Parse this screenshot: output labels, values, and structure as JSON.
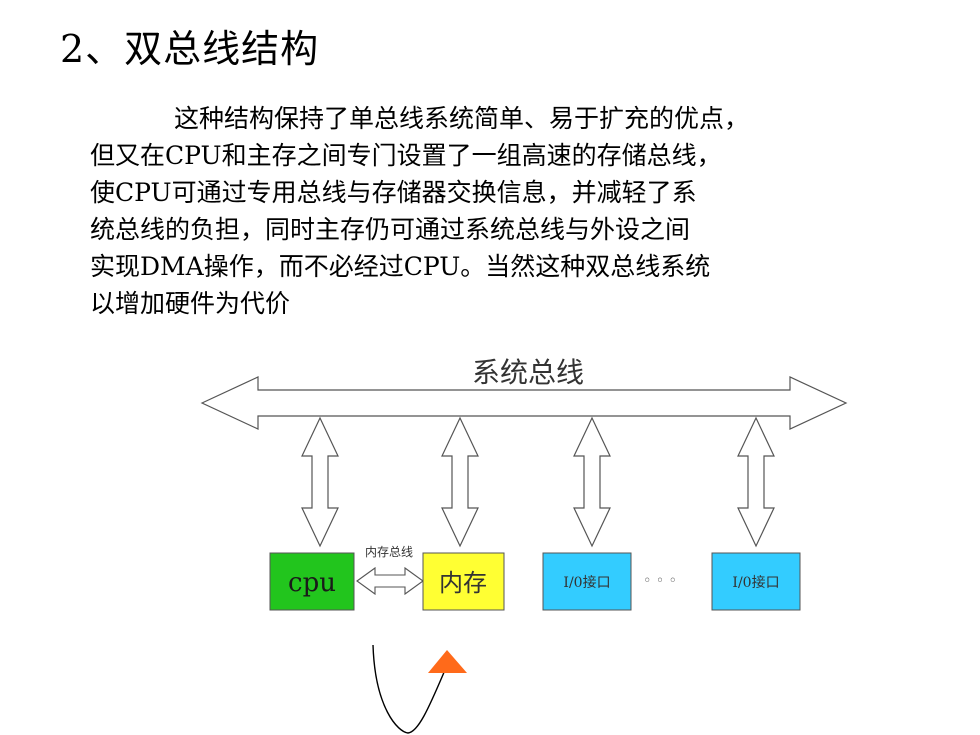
{
  "heading": {
    "title": "2、双总线结构"
  },
  "paragraph": {
    "lines": [
      "这种结构保持了单总线系统简单、易于扩充的优点，",
      "但又在CPU和主存之间专门设置了一组高速的存储总线，",
      "使CPU可通过专用总线与存储器交换信息，并减轻了系",
      "统总线的负担，同时主存仍可通过系统总线与外设之间",
      "实现DMA操作，而不必经过CPU。当然这种双总线系统",
      "以增加硬件为代价"
    ]
  },
  "diagram": {
    "system_bus_label": "系统总线",
    "memory_bus_label": "内存总线",
    "cpu_label": "cpu",
    "memory_label": "内存",
    "io_left_label": "I/0接口",
    "io_right_label": "I/0接口",
    "ellipsis_label": "◦ ◦ ◦",
    "colors": {
      "cpu": "#22c51d",
      "memory": "#ffff33",
      "io": "#33ccff",
      "pointer_arrow": "#ff6a1a",
      "outline": "#555555"
    }
  }
}
